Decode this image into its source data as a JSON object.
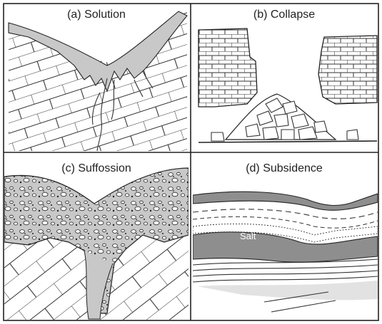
{
  "panels": [
    {
      "id": "a",
      "title": "(a) Solution"
    },
    {
      "id": "b",
      "title": "(b) Collapse"
    },
    {
      "id": "c",
      "title": "(c) Suffossion"
    },
    {
      "id": "d",
      "title": "(d) Subsidence",
      "labels": {
        "salt": "Salt"
      }
    }
  ],
  "colors": {
    "border": "#222222",
    "fill_gray": "#c8c8c8",
    "fill_dark": "#8e8e8e",
    "fill_light": "#e2e2e2",
    "line": "#333333"
  }
}
